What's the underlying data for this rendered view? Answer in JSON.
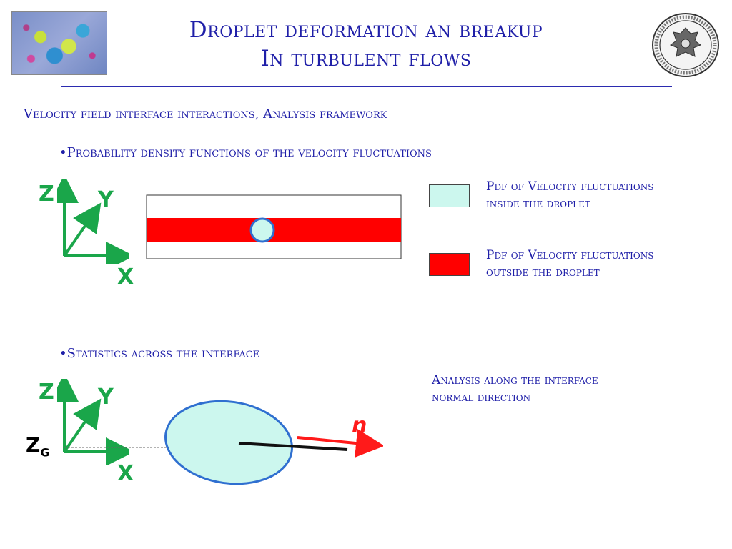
{
  "header": {
    "title_line1": "Droplet deformation an breakup",
    "title_line2": "In turbulent flows"
  },
  "logos": {
    "thumbnail_icon": "droplet-simulation-image",
    "seal_icon": "university-seal-logo"
  },
  "section": {
    "heading": "Velocity field interface interactions, Analysis framework"
  },
  "bullet1": {
    "text": "•Probability density functions of the velocity fluctuations"
  },
  "bullet2": {
    "text": "•Statistics across the interface"
  },
  "diagram1": {
    "axis_z": "Z",
    "axis_y": "Y",
    "axis_x": "X"
  },
  "diagram2": {
    "axis_z": "Z",
    "axis_y": "Y",
    "axis_x": "X",
    "zg_main": "Z",
    "zg_sub": "G",
    "normal_label": "n"
  },
  "legend": {
    "inside_line1": "Pdf of Velocity fluctuations",
    "inside_line2": "inside the droplet",
    "outside_line1": "Pdf of Velocity fluctuations",
    "outside_line2": "outside the droplet",
    "inside_color": "#ccf7ee",
    "outside_color": "#ff0000"
  },
  "analysis": {
    "line1": "Analysis along the interface",
    "line2": "normal direction"
  },
  "colors": {
    "title_blue": "#1f1fa8",
    "axis_green": "#1aa64a",
    "droplet_fill": "#ccf7ee",
    "droplet_stroke": "#2f6fd0",
    "band_red": "#ff0000"
  }
}
